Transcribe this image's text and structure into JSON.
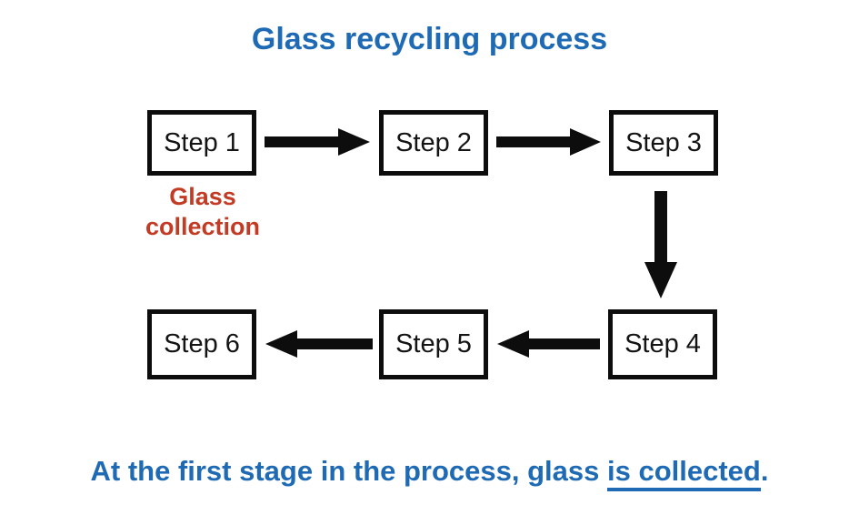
{
  "title": "Glass recycling process",
  "colors": {
    "heading_blue": "#1e6ab4",
    "annotation_red": "#c23b24",
    "box_border_black": "#0d0d0d",
    "arrow_black": "#0d0d0d",
    "background": "#ffffff"
  },
  "diagram": {
    "steps": [
      {
        "label": "Step 1",
        "annotation": "Glass collection"
      },
      {
        "label": "Step 2",
        "annotation": ""
      },
      {
        "label": "Step 3",
        "annotation": ""
      },
      {
        "label": "Step 4",
        "annotation": ""
      },
      {
        "label": "Step 5",
        "annotation": ""
      },
      {
        "label": "Step 6",
        "annotation": ""
      }
    ],
    "connections": [
      {
        "from": "Step 1",
        "to": "Step 2",
        "direction": "right"
      },
      {
        "from": "Step 2",
        "to": "Step 3",
        "direction": "right"
      },
      {
        "from": "Step 3",
        "to": "Step 4",
        "direction": "down"
      },
      {
        "from": "Step 4",
        "to": "Step 5",
        "direction": "left"
      },
      {
        "from": "Step 5",
        "to": "Step 6",
        "direction": "left"
      }
    ]
  },
  "caption": {
    "prefix": "At the first stage in the process, glass ",
    "underlined": "is collected",
    "suffix": "."
  }
}
